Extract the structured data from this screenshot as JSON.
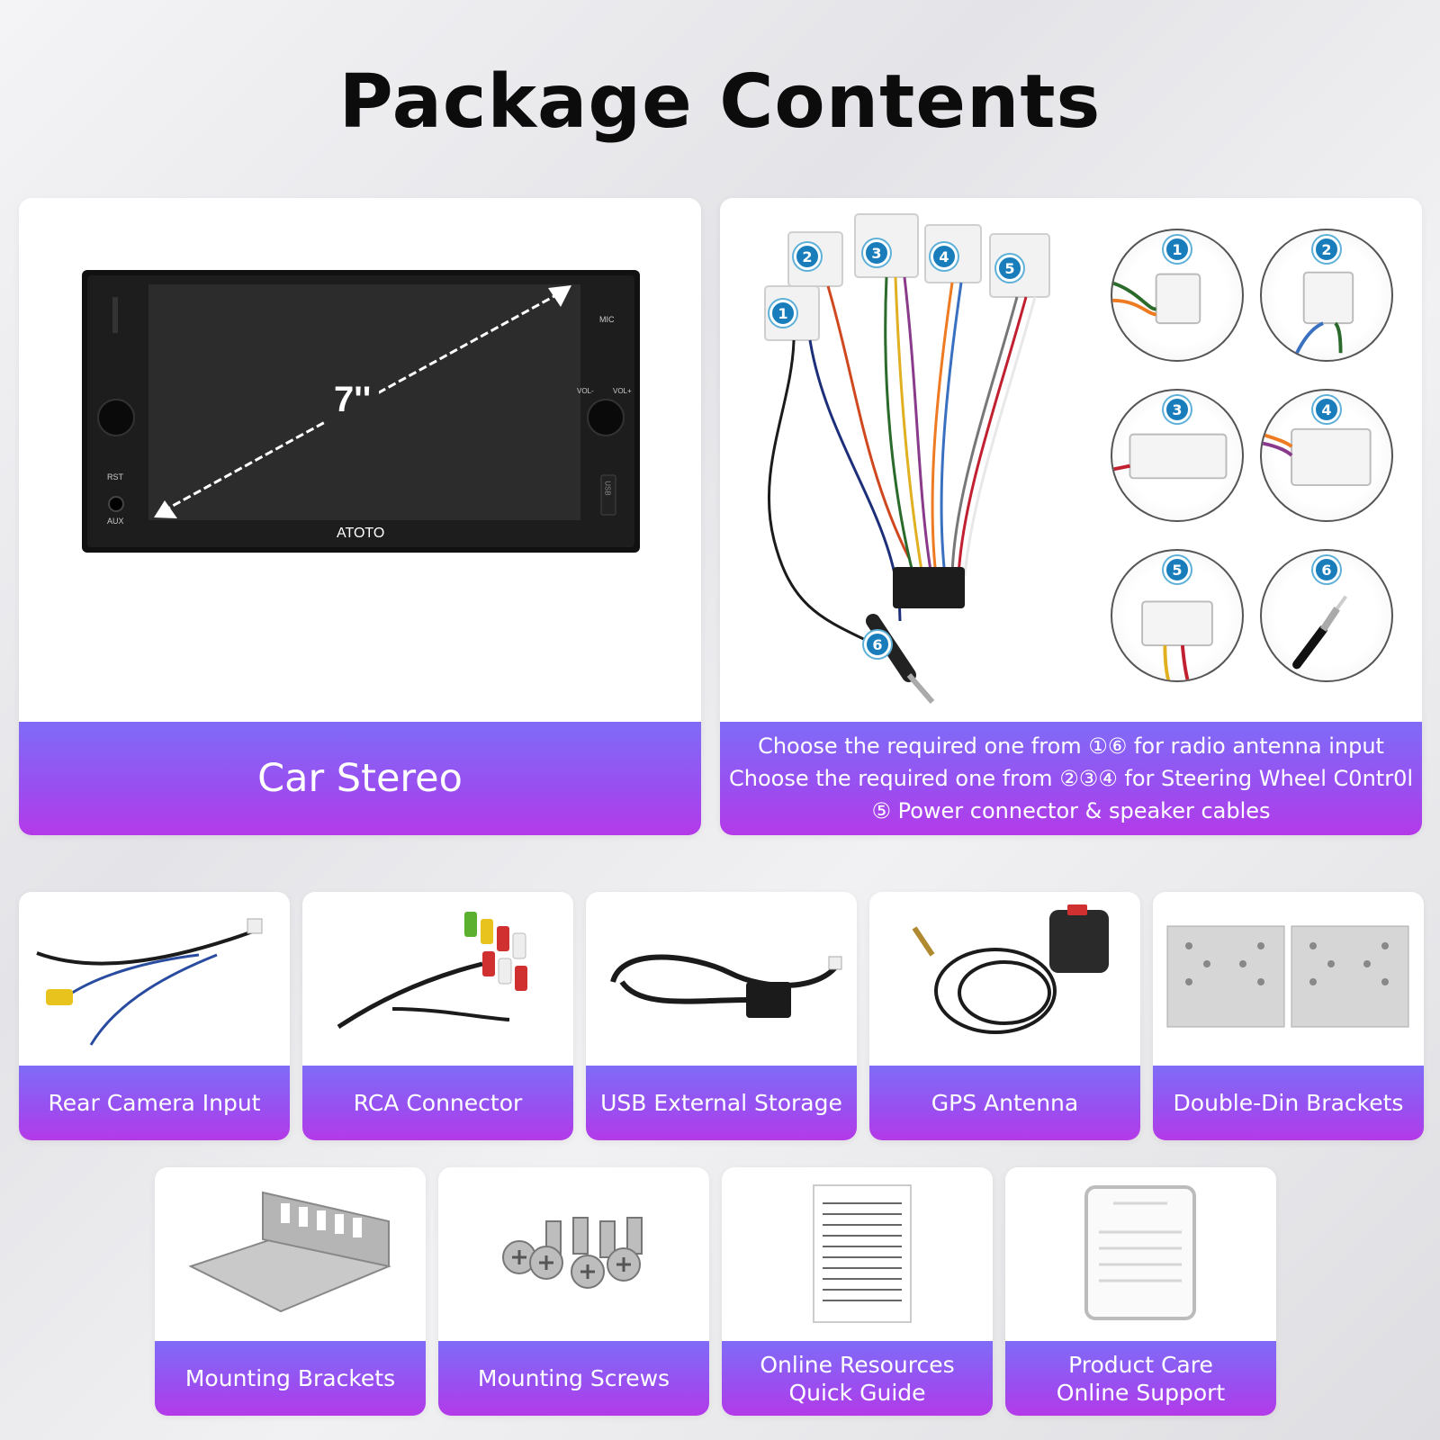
{
  "title": "Package Contents",
  "stereo": {
    "label": "Car Stereo",
    "brand": "ATOTO",
    "screen_size": "7''",
    "mic": "MIC",
    "rst": "RST",
    "aux": "AUX",
    "vol_minus": "VOL-",
    "vol_plus": "VOL+",
    "usb": "USB"
  },
  "harness": {
    "numbers": [
      "1",
      "2",
      "3",
      "4",
      "5",
      "6"
    ],
    "lines": [
      "Choose the required one from ①⑥ for radio antenna input",
      "Choose the required one from ②③④ for Steering Wheel C0ntr0l",
      "⑤ Power connector & speaker cables"
    ]
  },
  "row1": [
    {
      "label": "Rear Camera Input",
      "icon": "camera-cable-icon"
    },
    {
      "label": "RCA Connector",
      "icon": "rca-cable-icon"
    },
    {
      "label": "USB External Storage",
      "icon": "usb-cable-icon"
    },
    {
      "label": "GPS Antenna",
      "icon": "gps-antenna-icon"
    },
    {
      "label": "Double-Din Brackets",
      "icon": "bracket-icon"
    }
  ],
  "row2": [
    {
      "label": "Mounting Brackets",
      "icon": "mounting-bracket-icon"
    },
    {
      "label": "Mounting Screws",
      "icon": "screws-icon"
    },
    {
      "label_lines": [
        "Online Resources",
        "Quick Guide"
      ],
      "icon": "manual-icon"
    },
    {
      "label_lines": [
        "Product Care",
        "Online Support"
      ],
      "icon": "support-card-icon"
    }
  ],
  "colors": {
    "band_top": "#7f6cf7",
    "band_bottom": "#b43ae8",
    "badge": "#1a7dbb"
  }
}
